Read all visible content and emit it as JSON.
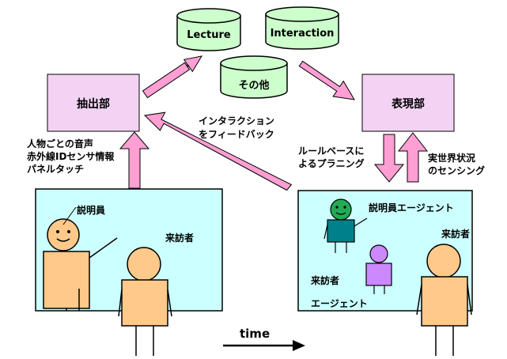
{
  "databases": {
    "lecture": "Lecture",
    "interaction": "Interaction",
    "other": "その他"
  },
  "boxes": {
    "extraction": "抽出部",
    "expression": "表現部"
  },
  "labels": {
    "inputs_line1": "人物ごとの音声",
    "inputs_line2": "赤外線IDセンサ情報",
    "inputs_line3": "パネルタッチ",
    "feedback_line1": "インタラクション",
    "feedback_line2": "をフィードバック",
    "planning_line1": "ルールベースに",
    "planning_line2": "よるプラニング",
    "sensing_line1": "実世界状況",
    "sensing_line2": "のセンシング"
  },
  "left_panel": {
    "explainer": "説明員",
    "visitor": "来訪者"
  },
  "right_panel": {
    "explainer_agent": "説明員エージェント",
    "visitor": "来訪者",
    "visitor_agent_line1": "来訪者",
    "visitor_agent_line2": "エージェント"
  },
  "time_label": "time",
  "colors": {
    "cylinder": "#ccffcc",
    "box": "#f3d3f3",
    "arrow": "#ff9fd3",
    "panel": "#ccffff",
    "figure": "#ffc98a",
    "agent_teal": "#00808a",
    "agent_purple": "#cc88ff",
    "agent_green": "#22aa55"
  }
}
